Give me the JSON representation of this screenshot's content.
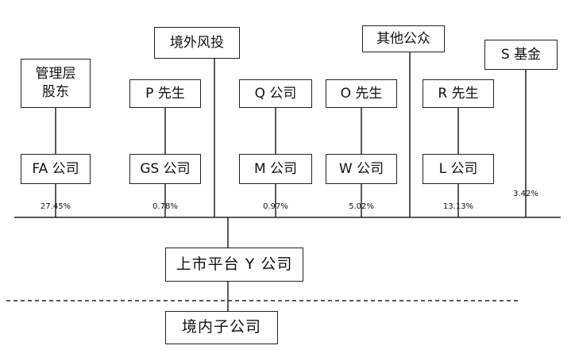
{
  "owners": {
    "mgmt": "管理层\n股东",
    "jingwai": "境外风投",
    "p": "P 先生",
    "q": "Q 公司",
    "o": "O 先生",
    "qita": "其他公众",
    "r": "R 先生",
    "s": "S 基金"
  },
  "holdcos": {
    "fa": "FA 公司",
    "gs": "GS 公司",
    "m": "M 公司",
    "w": "W 公司",
    "l": "L 公司"
  },
  "stakes": {
    "fa": "27.45%",
    "gs": "0.78%",
    "m": "0.97%",
    "w": "5.02%",
    "l": "13.13%",
    "s": "3.42%"
  },
  "listed": "上市平台 Y 公司",
  "domestic": "境内子公司"
}
